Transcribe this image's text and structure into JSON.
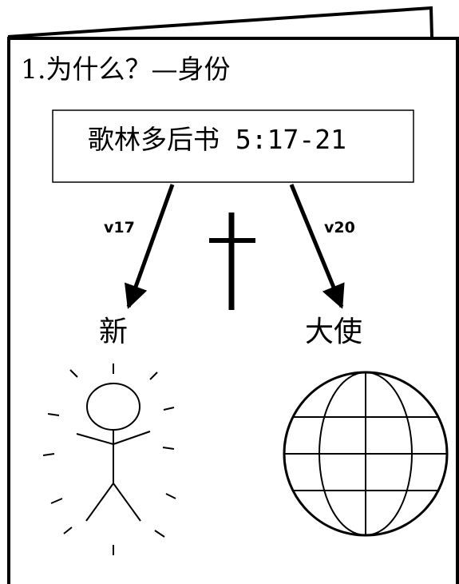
{
  "heading": "1.为什么？—身份",
  "passage": "歌林多后书 5:17-21",
  "left_branch": {
    "verse": "v17",
    "label": "新"
  },
  "right_branch": {
    "verse": "v20",
    "label": "大使"
  },
  "icons": {
    "center": "cross-icon",
    "left": "radiant-stick-figure-icon",
    "right": "globe-icon"
  },
  "colors": {
    "ink": "#000000",
    "paper": "#ffffff"
  }
}
